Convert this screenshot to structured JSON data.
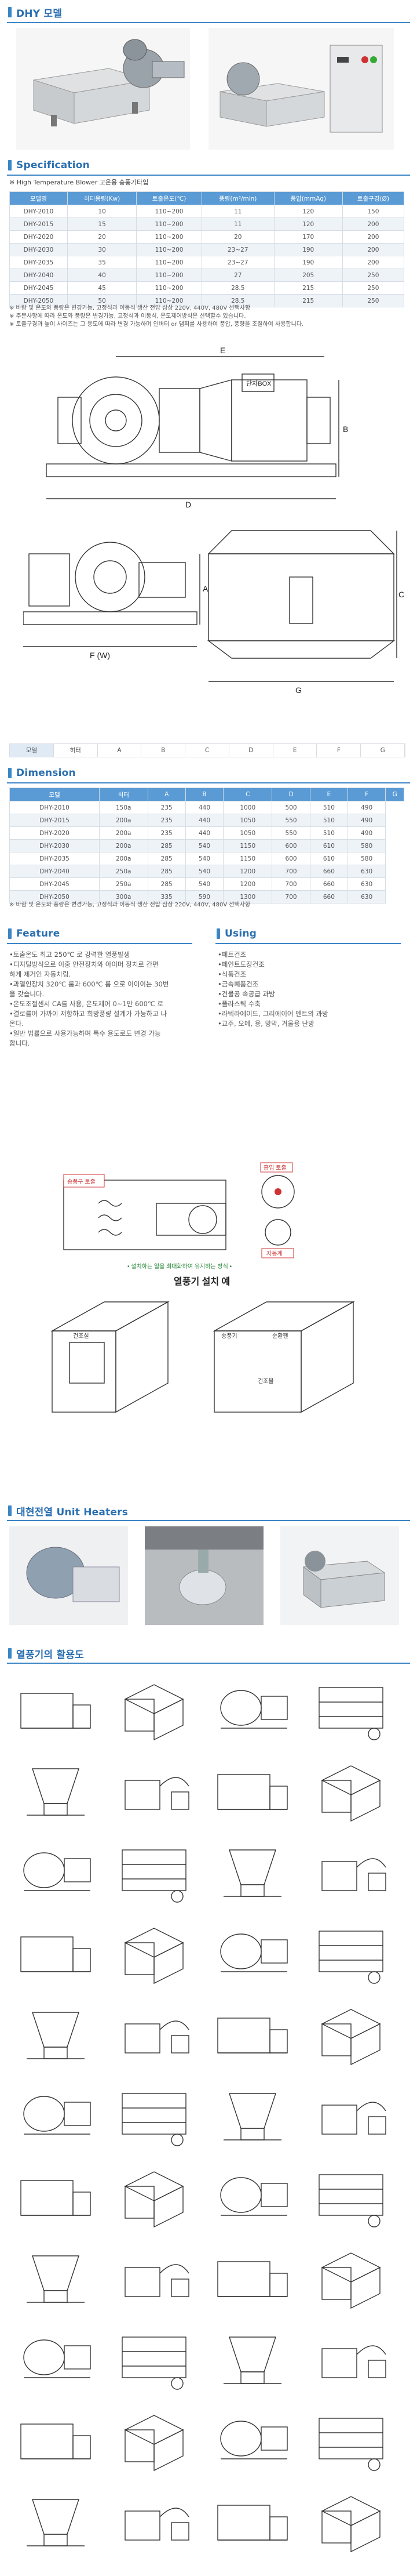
{
  "sections": {
    "dhy_title": "DHY 모델",
    "specification": "Specification",
    "dimension": "Dimension",
    "feature": "Feature",
    "using": "Using",
    "unit_heaters": "대현전열 Unit Heaters",
    "applications": "열풍기의 활용도"
  },
  "spec": {
    "subtitle": "※ High Temperature Blower 고온용 송풍기타입",
    "headers": [
      "모델명",
      "히터용량(Kw)",
      "토출온도(℃)",
      "풍량(m³/min)",
      "풍압(mmAq)",
      "토출구경(Ø)"
    ],
    "rows": [
      [
        "DHY-2010",
        "10",
        "110~200",
        "11",
        "120",
        "150"
      ],
      [
        "DHY-2015",
        "15",
        "110~200",
        "11",
        "120",
        "200"
      ],
      [
        "DHY-2020",
        "20",
        "110~200",
        "20",
        "170",
        "200"
      ],
      [
        "DHY-2030",
        "30",
        "110~200",
        "23~27",
        "190",
        "200"
      ],
      [
        "DHY-2035",
        "35",
        "110~200",
        "23~27",
        "190",
        "200"
      ],
      [
        "DHY-2040",
        "40",
        "110~200",
        "27",
        "205",
        "250"
      ],
      [
        "DHY-2045",
        "45",
        "110~200",
        "28.5",
        "215",
        "250"
      ],
      [
        "DHY-2050",
        "50",
        "110~200",
        "28.5",
        "215",
        "250"
      ]
    ],
    "notes": [
      "※ 바람 및 온도와 풍량은 변경가능, 고정식과 이동식 생산 전압 삼상 220V, 440V, 480V 선택사항",
      "※ 주문사항에 따라 온도와 풍량은 변경가능, 고정식과 이동식, 온도제어방식은 선택할수 있습니다.",
      "※ 토출구경과 높이 사이즈는 그 용도에 따라 변경 가능하며 인버터 or 댐퍼를 사용하여 풍압, 풍량을 조절하여 사용합니다."
    ]
  },
  "drawing": {
    "box_label": "단자BOX",
    "dims": [
      "E",
      "D",
      "B",
      "A",
      "C",
      "F (W)",
      "G"
    ],
    "legend_header": "모델",
    "legend_cols": [
      "히터",
      "A",
      "B",
      "C",
      "D",
      "E",
      "F",
      "G"
    ]
  },
  "dimension": {
    "headers": [
      "모델",
      "히터",
      "A",
      "B",
      "C",
      "D",
      "E",
      "F",
      "G"
    ],
    "rows": [
      [
        "DHY-2010",
        "150a",
        "235",
        "440",
        "1000",
        "500",
        "510",
        "490"
      ],
      [
        "DHY-2015",
        "200a",
        "235",
        "440",
        "1050",
        "550",
        "510",
        "490"
      ],
      [
        "DHY-2020",
        "200a",
        "235",
        "440",
        "1050",
        "550",
        "510",
        "490"
      ],
      [
        "DHY-2030",
        "200a",
        "285",
        "540",
        "1150",
        "600",
        "610",
        "580"
      ],
      [
        "DHY-2035",
        "200a",
        "285",
        "540",
        "1150",
        "600",
        "610",
        "580"
      ],
      [
        "DHY-2040",
        "250a",
        "285",
        "540",
        "1200",
        "700",
        "660",
        "630"
      ],
      [
        "DHY-2045",
        "250a",
        "285",
        "540",
        "1200",
        "700",
        "660",
        "630"
      ],
      [
        "DHY-2050",
        "300a",
        "335",
        "590",
        "1300",
        "700",
        "660",
        "630"
      ]
    ],
    "note": "※ 바람 및 온도와 풍량은 변경가능, 고정식과 이동식 생산 전압 삼상 220V, 440V, 480V 선택사항"
  },
  "features": [
    "•토출온도 최고 250℃ 로 강력한 열풍발생",
    "•디지털방식으로 이중 안전장치와 아이머 장치로 간편",
    "  하게 제거인 자동차림.",
    "•과열인장치 320℃ 룸과 600℃ 룸 으로 이이이는 30번",
    "  을 갖습니다.",
    "•온도조절센서 CA를 사용, 온도제어 0~1만 600℃ 로",
    "•결로를어 가까이 저항하고 희망풍량 설계가 가능하고 나",
    "  온다.",
    "•일반 법률으로 사용가능하며 특수 용도로도 변경 가능",
    "  합니다."
  ],
  "using": [
    "•페트건조",
    "•페인트도장건조",
    "•식품건조",
    "•금속폐품건조",
    "•건물공 속공급 과방",
    "•플라스틱 수축",
    "•라텍라에이드, 그리에이어 멘트의 과방",
    "•교주, 오메, 용, 망막, 겨울용 난방"
  ],
  "install": {
    "caption": "열풍기 설치 예",
    "tip": "• 설치하는 열을 최대화하여 유지하는 방식 •",
    "labels": [
      "송풍구 토출",
      "흡입 토출",
      "자동계",
      "건조실",
      "송풍기",
      "순환팬",
      "건조물"
    ]
  }
}
